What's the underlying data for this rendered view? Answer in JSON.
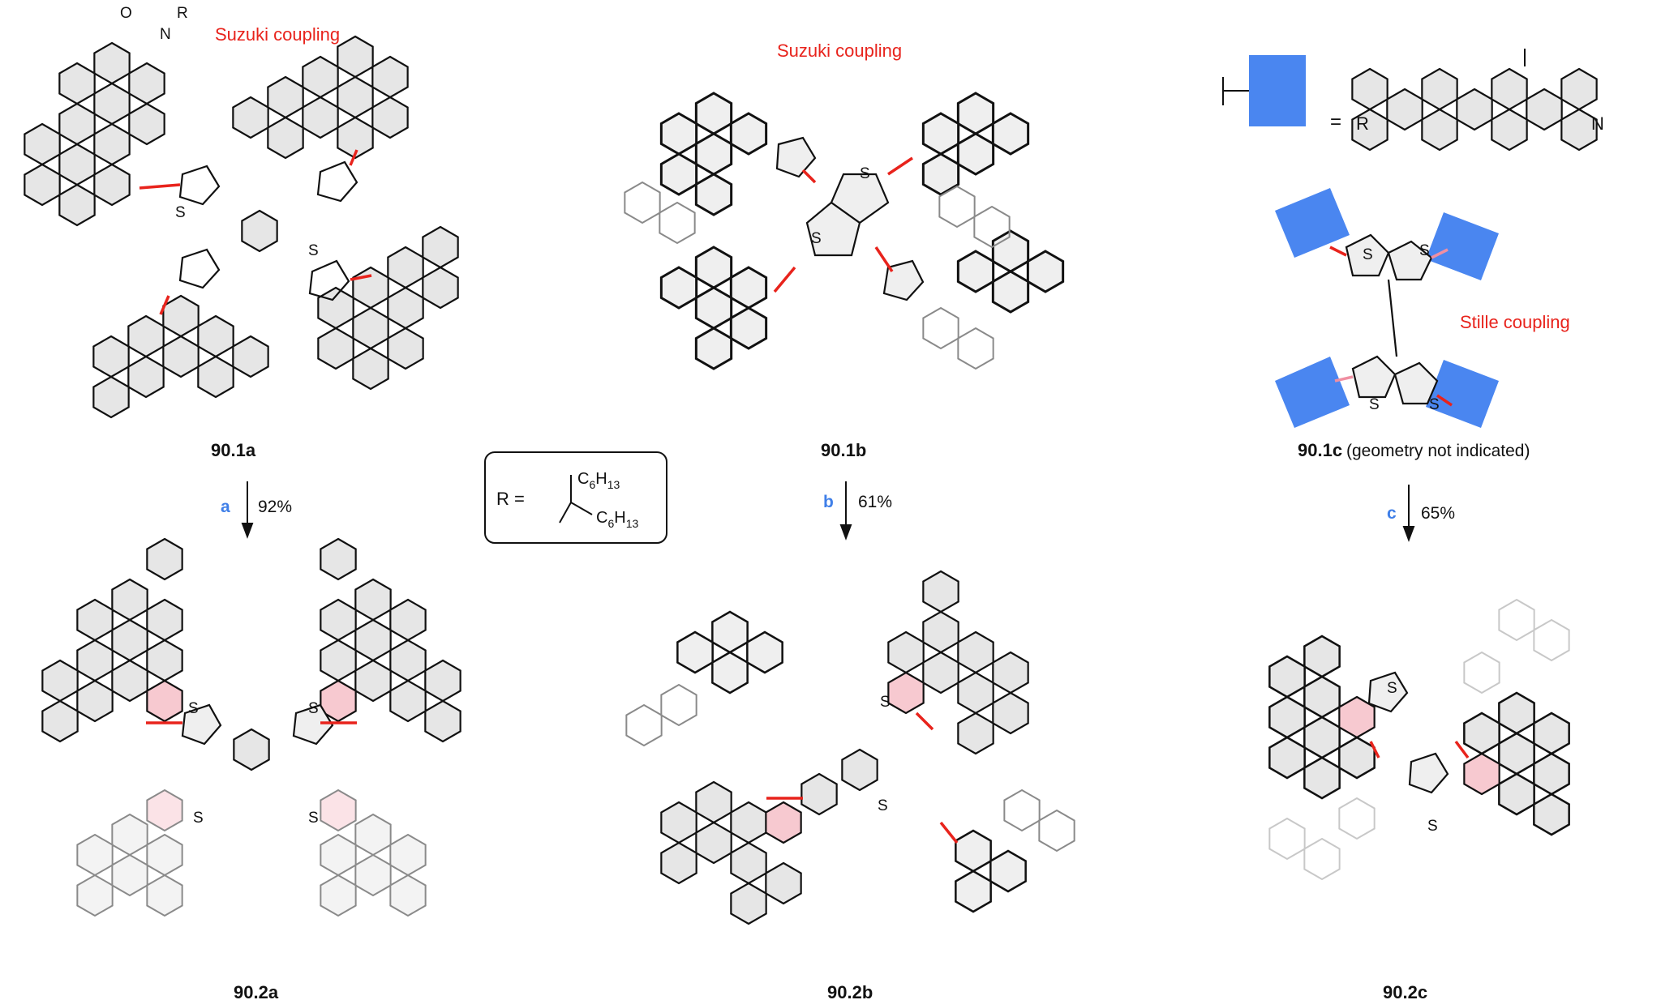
{
  "colors": {
    "coupling_red": "#e8231c",
    "condition_blue": "#3f7fe8",
    "block_blue": "#4a86f0",
    "ring_fill": "#e6e6e6",
    "new_ring_pink": "#f7c9d0",
    "bond_pink": "#f08fa2"
  },
  "col_a": {
    "coupling": "Suzuki coupling",
    "start_compound": "90.1a",
    "step_letter": "a",
    "yield": "92%",
    "product": "90.2a"
  },
  "col_b": {
    "coupling": "Suzuki coupling",
    "start_compound": "90.1b",
    "step_letter": "b",
    "yield": "61%",
    "product": "90.2b"
  },
  "col_c": {
    "coupling": "Stille coupling",
    "start_compound": "90.1c",
    "geometry_note": "(geometry not indicated)",
    "step_letter": "c",
    "yield": "65%",
    "product": "90.2c",
    "equals": "=",
    "pdi_R": "R",
    "pdi_N": "N"
  },
  "r_group": {
    "lhs": "R =",
    "top": "C",
    "top_sub": "6",
    "top_h": "H",
    "top_h_sub": "13",
    "bottom": "C",
    "bottom_sub": "6",
    "bottom_h": "H",
    "bottom_h_sub": "13"
  },
  "atoms": {
    "O": "O",
    "N": "N",
    "R": "R",
    "S": "S"
  },
  "icons": [
    "pdi-block-icon",
    "arrow-down-icon",
    "hexagon-ring-icon",
    "thiophene-ring-icon"
  ]
}
